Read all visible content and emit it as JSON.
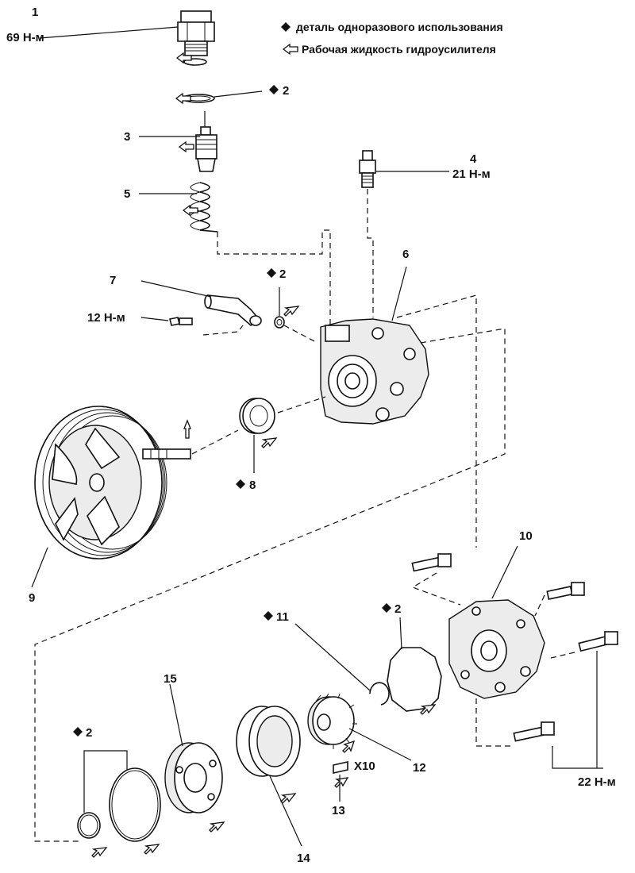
{
  "legend": {
    "one_time_part": "деталь одноразового использования",
    "fluid": "Рабочая жидкость гидроусилителя"
  },
  "callouts": {
    "c1_num": "1",
    "c1_torque": "69 Н-м",
    "c2a": "2",
    "c3": "3",
    "c4_num": "4",
    "c4_torque": "21 Н-м",
    "c5": "5",
    "c6": "6",
    "c7": "7",
    "c2b": "2",
    "c12nm": "12 Н-м",
    "c8": "8",
    "c9": "9",
    "c10": "10",
    "c11": "11",
    "c2c": "2",
    "c15": "15",
    "c2d": "2",
    "c12": "12",
    "c13": "13",
    "c14": "14",
    "cx10": "X10",
    "c22nm": "22 Н-м"
  },
  "icons": {
    "diamond": "one-time-use-diamond-icon",
    "arrow": "fluid-arrow-icon"
  }
}
